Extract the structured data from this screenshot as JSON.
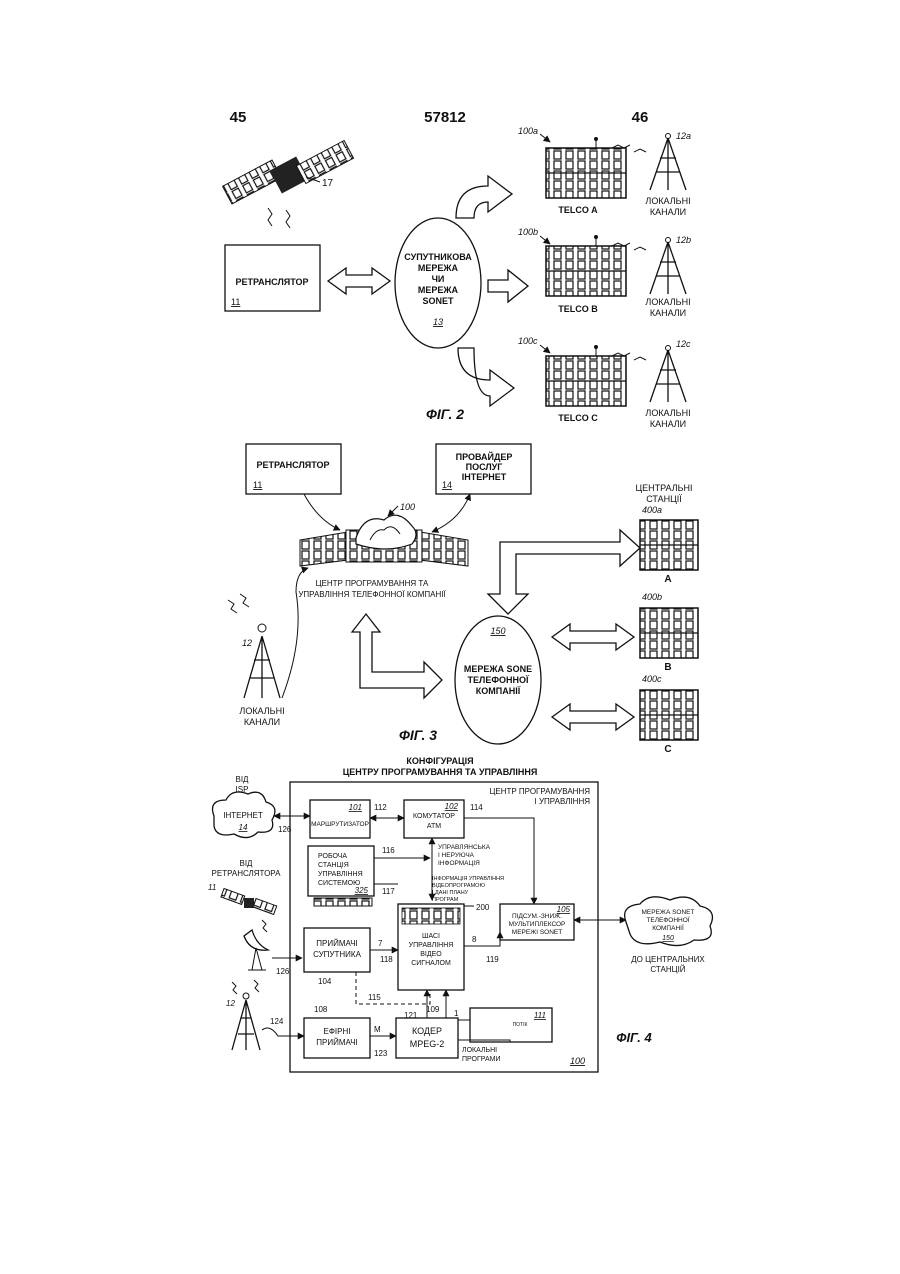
{
  "header": {
    "left": "45",
    "center": "57812",
    "right": "46"
  },
  "fig2": {
    "caption": "ФІГ. 2",
    "satellite_ref": "17",
    "relay": {
      "label": "РЕТРАНСЛЯТОР",
      "ref": "11"
    },
    "network": {
      "lines": [
        "СУПУТНИКОВА",
        "МЕРЕЖА",
        "ЧИ",
        "МЕРЕЖА",
        "SONET"
      ],
      "ref": "13"
    },
    "telcos": [
      {
        "label": "TELCO A",
        "ref": "100a",
        "tower_ref": "12a"
      },
      {
        "label": "TELCO B",
        "ref": "100b",
        "tower_ref": "12b"
      },
      {
        "label": "TELCO C",
        "ref": "100c",
        "tower_ref": "12c"
      }
    ],
    "local_channels": [
      "ЛОКАЛЬНІ",
      "КАНАЛИ"
    ]
  },
  "fig3": {
    "caption": "ФІГ. 3",
    "relay": {
      "label": "РЕТРАНСЛЯТОР",
      "ref": "11"
    },
    "isp": {
      "lines": [
        "ПРОВАЙДЕР",
        "ПОСЛУГ",
        "ІНТЕРНЕТ"
      ],
      "ref": "14"
    },
    "center": {
      "ref": "100",
      "lines": [
        "ЦЕНТР ПРОГРАМУВАННЯ ТА",
        "УПРАВЛІННЯ ТЕЛЕФОННОЇ КОМПАНІЇ"
      ]
    },
    "tower_ref": "12",
    "local_channels": [
      "ЛОКАЛЬНІ",
      "КАНАЛИ"
    ],
    "network": {
      "ref": "150",
      "lines": [
        "МЕРЕЖА SONE",
        "ТЕЛЕФОННОЇ",
        "КОМПАНІЇ"
      ]
    },
    "stations_title": [
      "ЦЕНТРАЛЬНІ",
      "СТАНЦІЇ"
    ],
    "stations": [
      {
        "ref": "400a",
        "label": "A"
      },
      {
        "ref": "400b",
        "label": "B"
      },
      {
        "ref": "400c",
        "label": "C"
      }
    ]
  },
  "fig4": {
    "caption": "ФІГ. 4",
    "title": [
      "КОНФІГУРАЦІЯ",
      "ЦЕНТРУ ПРОГРАМУВАННЯ ТА УПРАВЛІННЯ"
    ],
    "frame_title": [
      "ЦЕНТР ПРОГРАМУВАННЯ",
      "І УПРАВЛІННЯ"
    ],
    "frame_ref": "100",
    "from_isp": [
      "ВІД",
      "ISP"
    ],
    "internet": {
      "label": "ІНТЕРНЕТ",
      "ref": "14"
    },
    "from_relay": [
      "ВІД",
      "РЕТРАНСЛЯТОРА"
    ],
    "relay_ref": "11",
    "tower_ref": "12",
    "router": {
      "label": "МАРШРУТИЗАТОР",
      "ref": "101"
    },
    "atm": {
      "lines": [
        "КОМУТАТОР",
        "ATM"
      ],
      "ref": "102"
    },
    "control_info": [
      "УПРАВЛЯНСЬКА",
      "І НЕРУЮЧА",
      "ІНФОРМАЦІЯ"
    ],
    "workstation": {
      "lines": [
        "РОБОЧА",
        "СТАНЦІЯ",
        "УПРАВЛІННЯ",
        "СИСТЕМОЮ"
      ],
      "ref": "325"
    },
    "program_info": [
      "ІНФОРМАЦІЯ УПРАВЛІННЯ",
      "ВІДЕОПРОГРАМОЮ",
      "І ДАНІ ПЛАНУ",
      "ПРОГРАМ"
    ],
    "bus": {
      "lines": [
        "ШАСІ",
        "УПРАВЛІННЯ",
        "ВІДЕО",
        "СИГНАЛОМ"
      ],
      "ref": "200"
    },
    "mux": {
      "lines": [
        "ПІДСУМ.-ЗНИЖ.",
        "МУЛЬТИПЛЕКСОР",
        "МЕРЕЖІ SONET"
      ],
      "ref": "105"
    },
    "sonet_cloud": {
      "lines": [
        "МЕРЕЖА SONET",
        "ТЕЛЕФОННОЇ",
        "КОМПАНІЇ"
      ],
      "ref": "150"
    },
    "to_stations": [
      "ДО ЦЕНТРАЛЬНИХ",
      "СТАНЦІЙ"
    ],
    "sat_receivers": {
      "lines": [
        "ПРИЙМАЧІ",
        "СУПУТНИКА"
      ],
      "ref": "104"
    },
    "air_receivers": {
      "lines": [
        "ЕФІРНІ",
        "ПРИЙМАЧІ"
      ],
      "ref": "108"
    },
    "encoder": {
      "lines": [
        "КОДЕР",
        "MPEG-2"
      ],
      "ref": "109"
    },
    "box111": {
      "label": "ПОТІК",
      "ref": "111"
    },
    "local_programs": [
      "ЛОКАЛЬНІ",
      "ПРОГРАМИ"
    ],
    "refs": {
      "r112": "112",
      "r114": "114",
      "r116": "116",
      "r117": "117",
      "r115": "115",
      "r118": "118",
      "r119": "119",
      "r121": "121",
      "r123": "123",
      "r124": "124",
      "r126a": "126",
      "r126b": "126"
    },
    "bus_marks": {
      "n7": "7",
      "n8": "8",
      "n1": "1",
      "nm": "M"
    }
  }
}
